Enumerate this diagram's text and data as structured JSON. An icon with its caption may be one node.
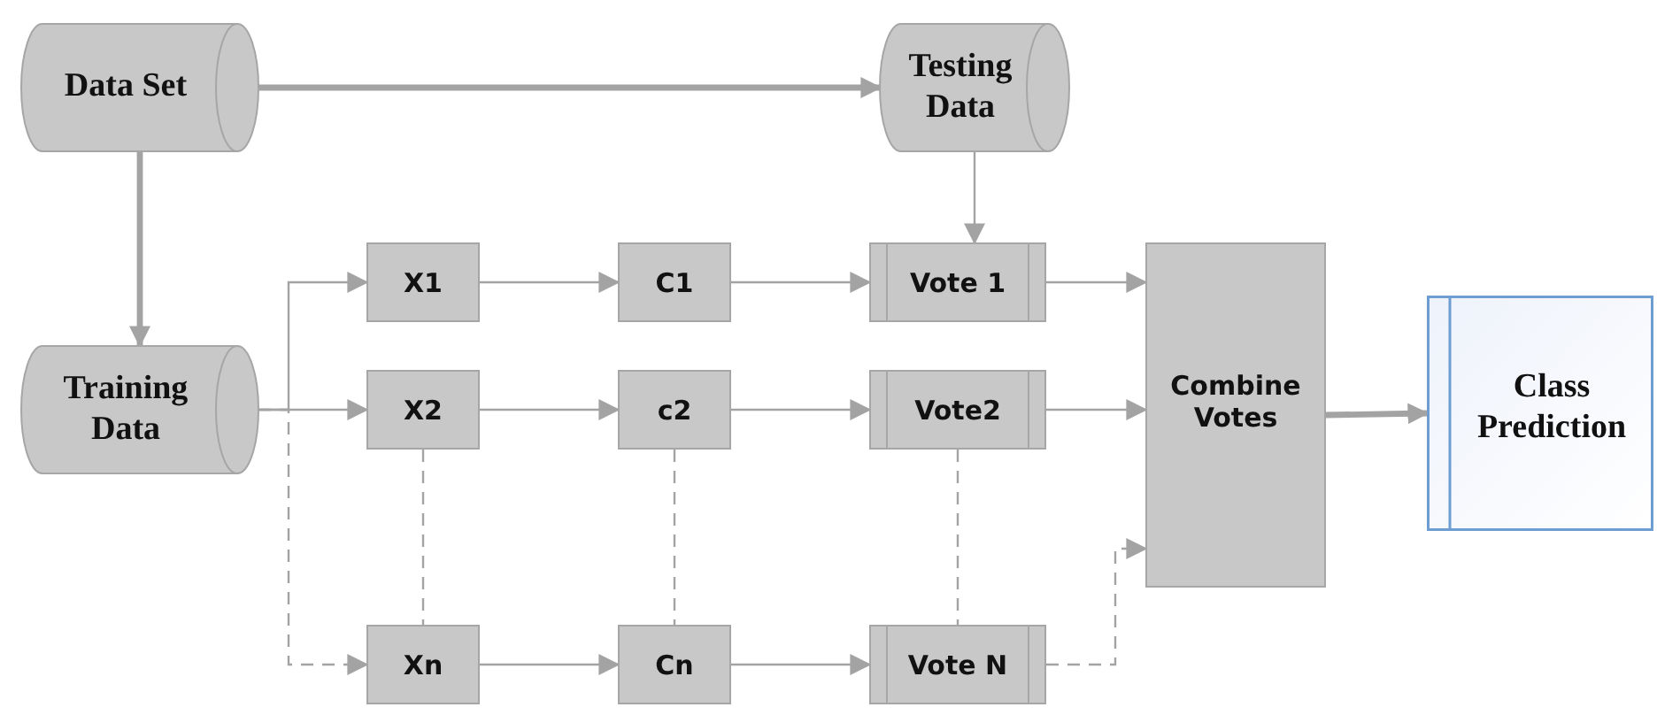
{
  "diagram": {
    "nodes": [
      {
        "text": [
          "Data Set"
        ]
      },
      {
        "text": [
          "Testing Data"
        ]
      },
      {
        "text": [
          "Training Data"
        ]
      },
      {
        "text": [
          "X1"
        ]
      },
      {
        "text": [
          "C1"
        ]
      },
      {
        "text": [
          "Vote 1"
        ]
      },
      {
        "text": [
          "X2"
        ]
      },
      {
        "text": [
          "c2"
        ]
      },
      {
        "text": [
          "Vote2"
        ]
      },
      {
        "text": [
          "Xn"
        ]
      },
      {
        "text": [
          "Cn"
        ]
      },
      {
        "text": [
          "Vote N"
        ]
      },
      {
        "text": [
          "Combine Votes"
        ]
      },
      {
        "text": [
          "Class Prediction"
        ]
      }
    ],
    "edges": [
      {
        "from": 0,
        "to": 1,
        "arrow": "to",
        "style": "thick"
      },
      {
        "from": 0,
        "to": 2,
        "arrow": "to",
        "style": "thick"
      },
      {
        "from": 1,
        "to": 5,
        "arrow": "to"
      },
      {
        "from": 2,
        "to": 3,
        "arrow": "to"
      },
      {
        "from": 2,
        "to": 6,
        "arrow": "to"
      },
      {
        "from": 2,
        "to": 9,
        "arrow": "to",
        "style": "dashed"
      },
      {
        "from": 3,
        "to": 4,
        "arrow": "to"
      },
      {
        "from": 4,
        "to": 5,
        "arrow": "to"
      },
      {
        "from": 6,
        "to": 7,
        "arrow": "to"
      },
      {
        "from": 7,
        "to": 8,
        "arrow": "to"
      },
      {
        "from": 9,
        "to": 10,
        "arrow": "to"
      },
      {
        "from": 10,
        "to": 11,
        "arrow": "to"
      },
      {
        "from": 6,
        "to": 9,
        "arrow": "none",
        "style": "dashed"
      },
      {
        "from": 7,
        "to": 10,
        "arrow": "none",
        "style": "dashed"
      },
      {
        "from": 8,
        "to": 11,
        "arrow": "none",
        "style": "dashed"
      },
      {
        "from": 5,
        "to": 12,
        "arrow": "to"
      },
      {
        "from": 8,
        "to": 12,
        "arrow": "to"
      },
      {
        "from": 11,
        "to": 12,
        "arrow": "to",
        "style": "dashed"
      },
      {
        "from": 12,
        "to": 13,
        "arrow": "to",
        "style": "thick"
      }
    ]
  }
}
